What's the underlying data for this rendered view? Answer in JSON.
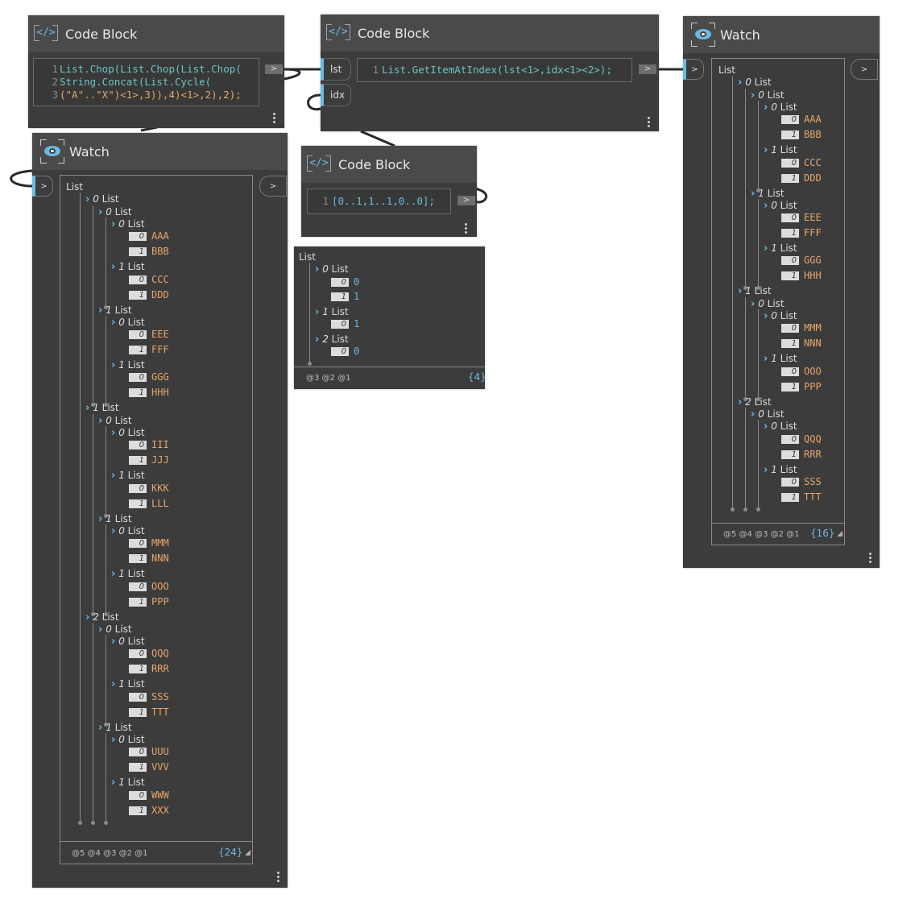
{
  "nodes": {
    "code_block_1": {
      "title": "Code Block",
      "lines": [
        {
          "n": "1",
          "text": "List.Chop(List.Chop(List.Chop("
        },
        {
          "n": "2",
          "text": "String.Concat(List.Cycle("
        },
        {
          "n": "3",
          "text": "(\"A\"..\"X\")<1>,3)),4)<1>,2),2);"
        }
      ],
      "out_label": ">"
    },
    "code_block_2": {
      "title": "Code Block",
      "inputs": [
        "lst",
        "idx"
      ],
      "lines": [
        {
          "n": "1",
          "text": "List.GetItemAtIndex(lst<1>,idx<1><2>);"
        }
      ],
      "out_label": ">"
    },
    "code_block_3": {
      "title": "Code Block",
      "lines": [
        {
          "n": "1",
          "text": "[0..1,1..1,0..0];"
        }
      ],
      "out_label": ">"
    },
    "watch_left": {
      "title": "Watch",
      "in_label": ">",
      "out_label": ">",
      "levels": "@5 @4 @3 @2 @1",
      "count": "{24}"
    },
    "watch_right": {
      "title": "Watch",
      "in_label": ">",
      "out_label": ">",
      "levels": "@5 @4 @3 @2 @1",
      "count": "{16}"
    },
    "preview_cb3": {
      "levels": "@3 @2 @1",
      "count": "{4}"
    }
  },
  "list_word": "List",
  "watch_left_tree": [
    [
      "0",
      [
        [
          "0",
          [
            [
              "0",
              [
                "AAA",
                "BBB"
              ]
            ],
            [
              "1",
              [
                "CCC",
                "DDD"
              ]
            ]
          ]
        ],
        [
          "1",
          [
            [
              "0",
              [
                "EEE",
                "FFF"
              ]
            ],
            [
              "1",
              [
                "GGG",
                "HHH"
              ]
            ]
          ]
        ]
      ]
    ],
    [
      "1",
      [
        [
          "0",
          [
            [
              "0",
              [
                "III",
                "JJJ"
              ]
            ],
            [
              "1",
              [
                "KKK",
                "LLL"
              ]
            ]
          ]
        ],
        [
          "1",
          [
            [
              "0",
              [
                "MMM",
                "NNN"
              ]
            ],
            [
              "1",
              [
                "OOO",
                "PPP"
              ]
            ]
          ]
        ]
      ]
    ],
    [
      "2",
      [
        [
          "0",
          [
            [
              "0",
              [
                "QQQ",
                "RRR"
              ]
            ],
            [
              "1",
              [
                "SSS",
                "TTT"
              ]
            ]
          ]
        ],
        [
          "1",
          [
            [
              "0",
              [
                "UUU",
                "VVV"
              ]
            ],
            [
              "1",
              [
                "WWW",
                "XXX"
              ]
            ]
          ]
        ]
      ]
    ]
  ],
  "watch_right_tree": [
    [
      "0",
      [
        [
          "0",
          [
            [
              "0",
              [
                "AAA",
                "BBB"
              ]
            ],
            [
              "1",
              [
                "CCC",
                "DDD"
              ]
            ]
          ]
        ],
        [
          "1",
          [
            [
              "0",
              [
                "EEE",
                "FFF"
              ]
            ],
            [
              "1",
              [
                "GGG",
                "HHH"
              ]
            ]
          ]
        ]
      ]
    ],
    [
      "1",
      [
        [
          "0",
          [
            [
              "0",
              [
                "MMM",
                "NNN"
              ]
            ],
            [
              "1",
              [
                "OOO",
                "PPP"
              ]
            ]
          ]
        ]
      ]
    ],
    [
      "2",
      [
        [
          "0",
          [
            [
              "0",
              [
                "QQQ",
                "RRR"
              ]
            ],
            [
              "1",
              [
                "SSS",
                "TTT"
              ]
            ]
          ]
        ]
      ]
    ]
  ],
  "preview_tree": [
    [
      "0",
      [
        "0",
        "1"
      ]
    ],
    [
      "1",
      [
        "1"
      ]
    ],
    [
      "2",
      [
        "0"
      ]
    ]
  ],
  "colors": {
    "node_bg": "#3c3c3c",
    "header_bg": "#4a4a4a",
    "accent": "#6cb9e4",
    "string_value": "#e6a66a",
    "canvas": "#ffffff"
  }
}
